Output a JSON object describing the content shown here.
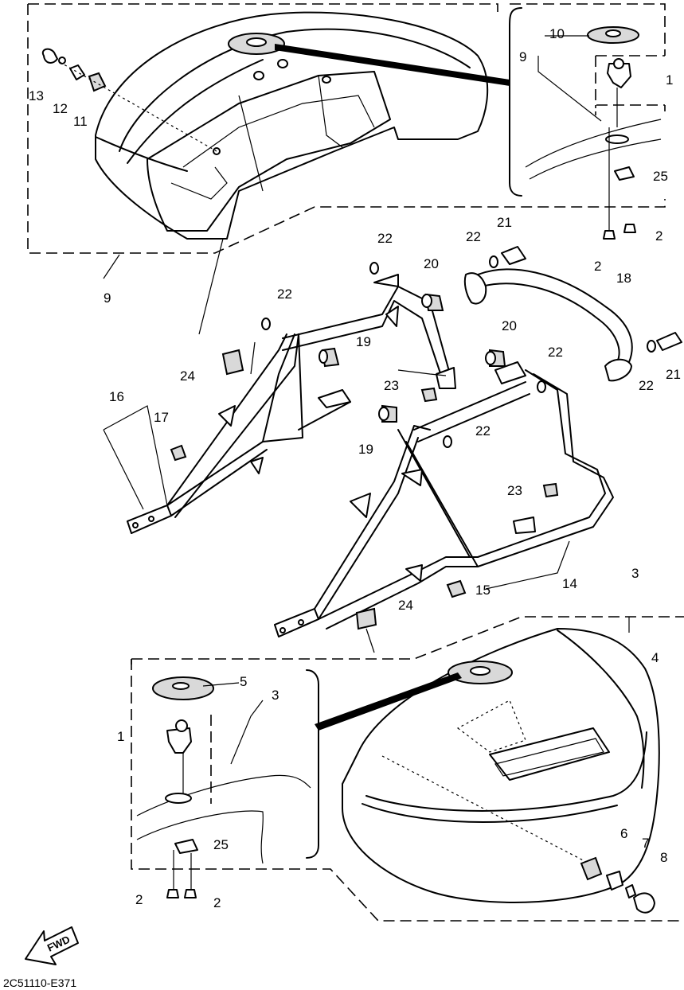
{
  "callouts": {
    "c13": "13",
    "c12": "12",
    "c11": "11",
    "c10": "10",
    "c9a": "9",
    "c1a": "1",
    "c25a": "25",
    "c2a": "2",
    "c2b": "2",
    "c9b": "9",
    "c22a": "22",
    "c21a": "21",
    "c22b": "22",
    "c20a": "20",
    "c18": "18",
    "c22c": "22",
    "c19a": "19",
    "c24a": "24",
    "c16": "16",
    "c17": "17",
    "c20b": "20",
    "c22d": "22",
    "c23a": "23",
    "c22e": "22",
    "c21b": "21",
    "c19b": "19",
    "c22f": "22",
    "c23b": "23",
    "c15": "15",
    "c14": "14",
    "c3a": "3",
    "c24b": "24",
    "c4": "4",
    "c5": "5",
    "c3b": "3",
    "c1b": "1",
    "c25b": "25",
    "c6": "6",
    "c7": "7",
    "c8": "8",
    "c2c": "2",
    "c2d": "2"
  },
  "fwd_label": "FWD",
  "diagram_code": "2C51110-E371"
}
